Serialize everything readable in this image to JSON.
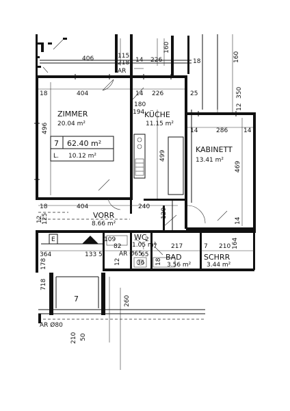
{
  "rooms": {
    "zimmer": {
      "name": "ZIMMER",
      "area": "20.04 m²"
    },
    "kueche": {
      "name": "KÜCHE",
      "area": "11.15 m²"
    },
    "kabinett": {
      "name": "KABINETT",
      "area": "13.41 m²"
    },
    "vorr": {
      "name": "VORR",
      "area": "8.66 m²"
    },
    "wc": {
      "name": "WC",
      "area": "1.05 m²"
    },
    "bad": {
      "name": "BAD",
      "area": "3.56 m²"
    },
    "schrr": {
      "name": "SCHRR",
      "area": "3.44 m²"
    }
  },
  "unit_box": {
    "number": "7",
    "total_area": "62.40 m²",
    "loggia_label": "L.",
    "loggia_area": "10.12 m²"
  },
  "lower_unit": {
    "number": "7"
  },
  "markers": {
    "ar_top": "AR",
    "ar_mid": "AR Ø65",
    "ar_bottom": "AR Ø80",
    "e_label": "E"
  },
  "dimensions": {
    "top_406": "406",
    "top_115": "115",
    "top_218": "218",
    "top_14a": "14",
    "top_226a": "226",
    "top_160a": "160",
    "top_18": "18",
    "top_160b": "160",
    "z_18": "18",
    "z_404": "404",
    "z_14": "14",
    "z_226": "226",
    "z_25": "25",
    "z_180": "180",
    "z_194": "194",
    "z_496": "496",
    "k_499": "499",
    "kab_14a": "14",
    "kab_286": "286",
    "kab_14b": "14",
    "kab_469": "469",
    "kab_350": "350",
    "kab_12": "12",
    "v_18": "18",
    "v_404": "404",
    "v_240": "240",
    "v_14": "14",
    "v_120": "120",
    "v_12": "12",
    "v_125": "125",
    "b_109": "109",
    "b_82": "82",
    "b_2": "2",
    "b_7a": "7",
    "b_217": "217",
    "b_7b": "7",
    "b_210": "210",
    "b_164": "164",
    "b_18": "18",
    "b_65": "65",
    "b_12": "12",
    "b_36": "36",
    "l_364": "364",
    "l_1335": "133 5",
    "l_178": "178",
    "l_718": "718",
    "lo_210": "210",
    "lo_50": "50",
    "lo_260": "260"
  }
}
